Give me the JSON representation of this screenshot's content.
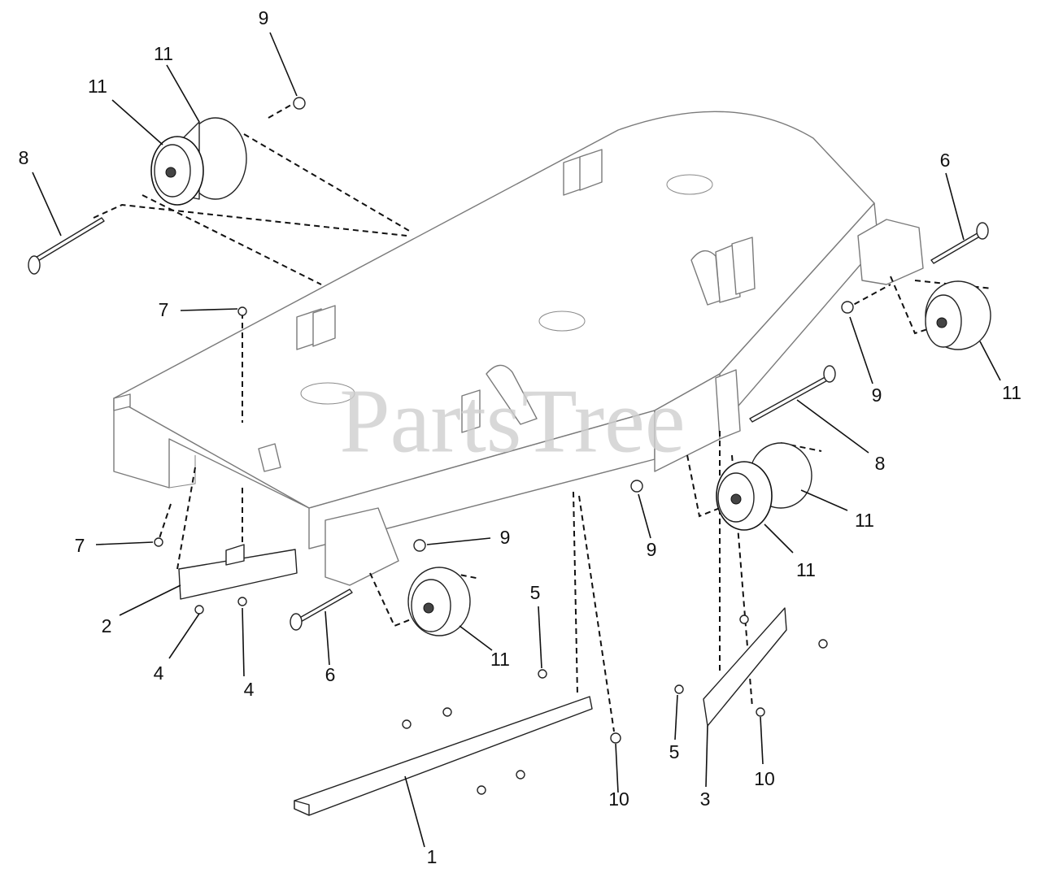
{
  "watermark": {
    "text": "PartsTree"
  },
  "callouts": [
    {
      "id": "c-9a",
      "text": "9"
    },
    {
      "id": "c-11a",
      "text": "11"
    },
    {
      "id": "c-11b",
      "text": "11"
    },
    {
      "id": "c-8a",
      "text": "8"
    },
    {
      "id": "c-7a",
      "text": "7"
    },
    {
      "id": "c-6a",
      "text": "6"
    },
    {
      "id": "c-9b",
      "text": "9"
    },
    {
      "id": "c-11c",
      "text": "11"
    },
    {
      "id": "c-8b",
      "text": "8"
    },
    {
      "id": "c-11d",
      "text": "11"
    },
    {
      "id": "c-9c",
      "text": "9"
    },
    {
      "id": "c-11e",
      "text": "11"
    },
    {
      "id": "c-7b",
      "text": "7"
    },
    {
      "id": "c-9d",
      "text": "9"
    },
    {
      "id": "c-2",
      "text": "2"
    },
    {
      "id": "c-4a",
      "text": "4"
    },
    {
      "id": "c-4b",
      "text": "4"
    },
    {
      "id": "c-6b",
      "text": "6"
    },
    {
      "id": "c-11f",
      "text": "11"
    },
    {
      "id": "c-5a",
      "text": "5"
    },
    {
      "id": "c-5b",
      "text": "5"
    },
    {
      "id": "c-10a",
      "text": "10"
    },
    {
      "id": "c-10b",
      "text": "10"
    },
    {
      "id": "c-3",
      "text": "3"
    },
    {
      "id": "c-1",
      "text": "1"
    }
  ]
}
